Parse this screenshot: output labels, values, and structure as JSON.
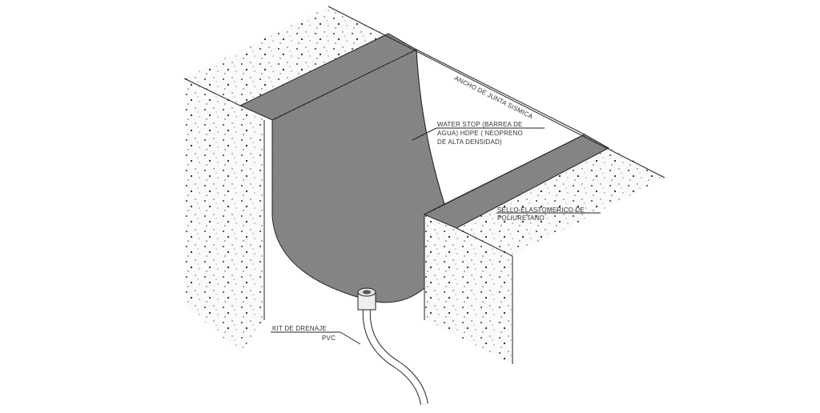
{
  "labels": {
    "joint_width": "ANCHO DE JUNTA SISMICA",
    "water_stop": [
      "WATER STOP (BARREA DE",
      "AGUA) HDPE ( NEOPRENO",
      "DE ALTA DENSIDAD)"
    ],
    "seal": [
      "SELLO ELASTOMERICO DE",
      "POLIURETANO"
    ],
    "drain_kit": "KIT DE DRENAJE",
    "drain_material": "PVC"
  },
  "colors": {
    "membrane": "#8a8a8a",
    "concrete": "#f4f4f4",
    "line": "#222222"
  }
}
